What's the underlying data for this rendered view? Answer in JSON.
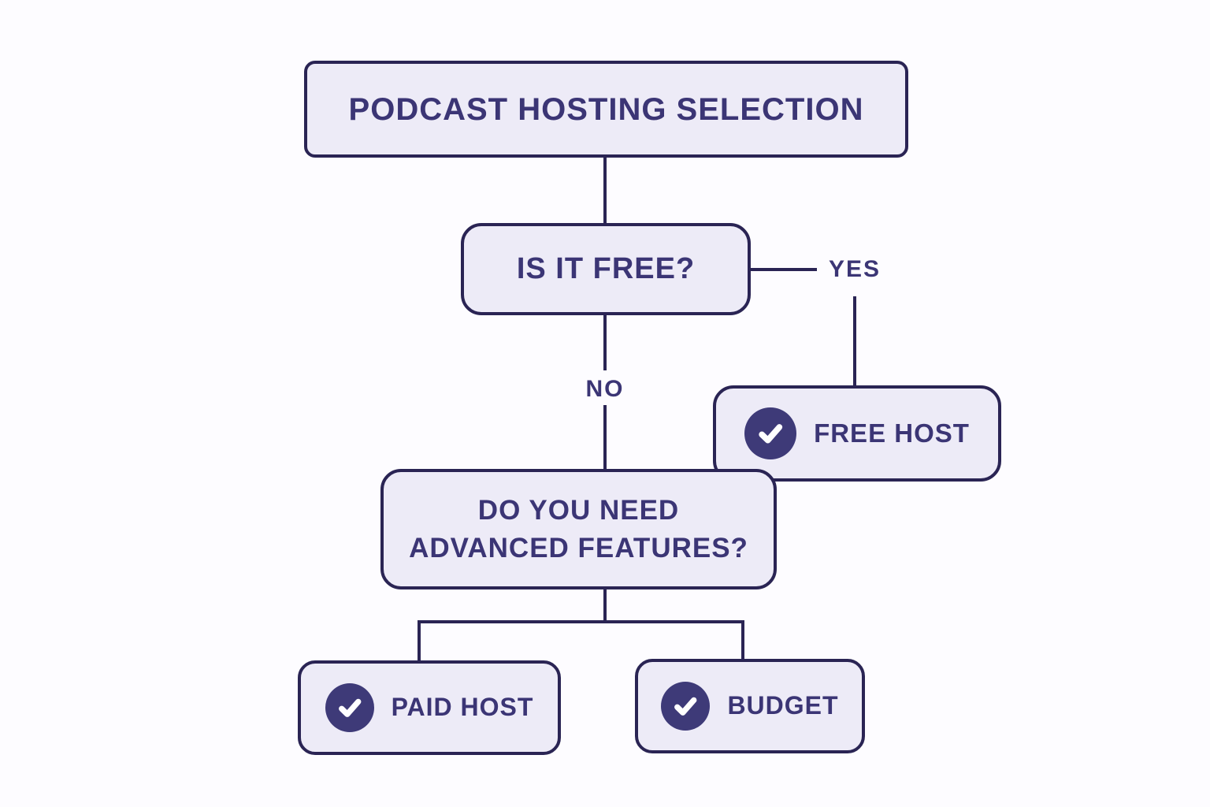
{
  "diagram": {
    "title": "PODCAST HOSTING SELECTION",
    "question_free": "IS IT FREE?",
    "question_advanced_line1": "DO YOU NEED",
    "question_advanced_line2": "ADVANCED FEATURES?",
    "result_free_host": "FREE HOST",
    "result_paid_host": "PAID HOST",
    "result_budget": "BUDGET",
    "edge_yes": "YES",
    "edge_no": "NO"
  },
  "icons": {
    "check_circle": "check-circle-icon"
  },
  "palette": {
    "background": "#fdfcff",
    "box_fill": "#edebf7",
    "box_border": "#2a2454",
    "text": "#3b3575",
    "connector": "#2a2454",
    "check_circle_fill": "#3e3a78",
    "check_mark": "#ffffff"
  }
}
